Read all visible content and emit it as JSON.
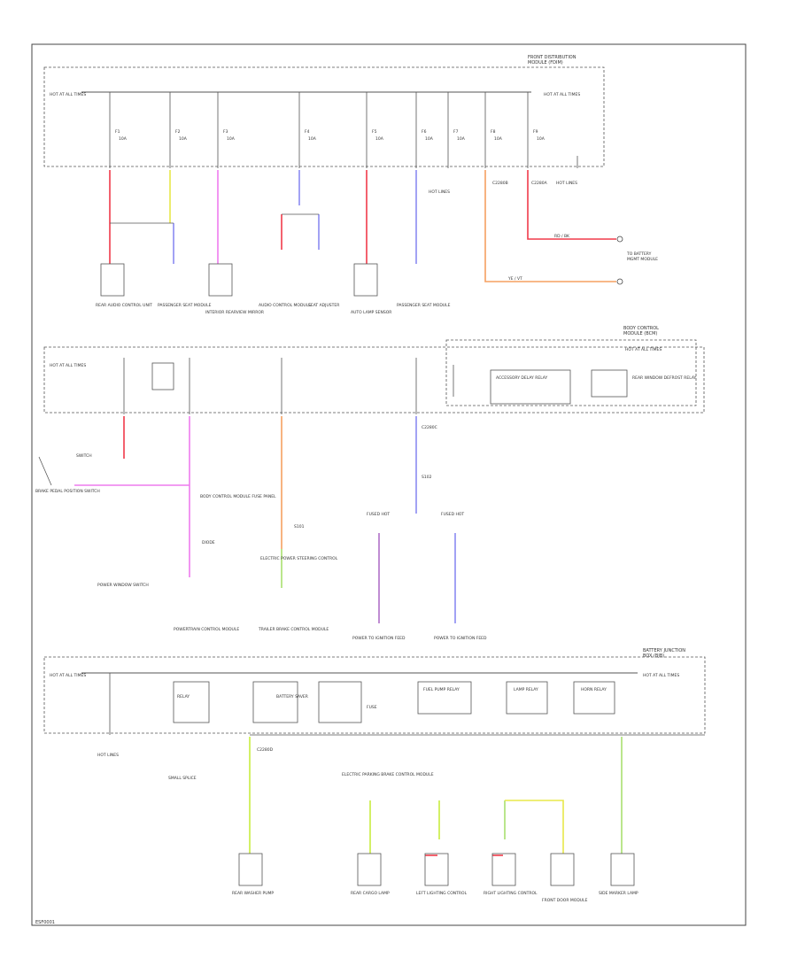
{
  "sheet_ref": "ESF0001",
  "colors": {
    "red": "#f03a4a",
    "yellow": "#e8e84a",
    "violet": "#8a8af2",
    "pink": "#ee7cee",
    "orange": "#f5a060",
    "green": "#a8e070",
    "lime": "#c8ec40",
    "purple": "#b070c8",
    "frame": "#444444"
  },
  "sections": {
    "top_module": {
      "title_line1": "FRONT DISTRIBUTION",
      "title_line2": "MODULE (FDIM)",
      "left_label": "HOT AT ALL TIMES",
      "right_label": "HOT AT ALL TIMES",
      "fuses": [
        {
          "id": "F1",
          "rating": "10A"
        },
        {
          "id": "F2",
          "rating": "10A"
        },
        {
          "id": "F3",
          "rating": "10A"
        },
        {
          "id": "F4",
          "rating": "10A"
        },
        {
          "id": "F5",
          "rating": "10A"
        },
        {
          "id": "F6",
          "rating": "10A"
        },
        {
          "id": "F7",
          "rating": "10A"
        },
        {
          "id": "F8",
          "rating": "10A"
        },
        {
          "id": "F9",
          "rating": "10A"
        }
      ],
      "ground_label": "HOT LINES",
      "ground_label2": "HOT LINES",
      "right_conn": "C2280A",
      "mid_conn": "C2280B"
    },
    "top_components": [
      {
        "name": "REAR AUDIO CONTROL UNIT"
      },
      {
        "name": "PASSENGER SEAT MODULE"
      },
      {
        "name": "INTERIOR REARVIEW MIRROR"
      },
      {
        "name": "AUDIO CONTROL MODULE"
      },
      {
        "name": "SEAT ADJUSTER"
      },
      {
        "name": "AUTO LAMP SENSOR"
      },
      {
        "name": "PASSENGER SEAT MODULE"
      }
    ],
    "right_side": {
      "label1": "TO BATTERY",
      "label2": "MGMT MODULE",
      "wire1": "RD / BK",
      "wire2": "YE / VT"
    },
    "mid_module": {
      "title_line1": "BODY CONTROL",
      "title_line2": "MODULE (BCM)",
      "left_label": "HOT AT ALL TIMES",
      "right_label": "HOT AT ALL TIMES",
      "relay_label": "ACCESSORY DELAY RELAY",
      "relay2_label": "REAR WINDOW DEFROST RELAY",
      "left_switch": "BRAKE PEDAL POSITION SWITCH",
      "left_sw_label": "SWITCH",
      "mid_notes": "BODY CONTROL MODULE FUSE PANEL",
      "diode_label": "DIODE",
      "ground_note": "POWER WINDOW SWITCH",
      "module_a": "POWERTRAIN CONTROL MODULE",
      "module_b": "TRAILER BRAKE CONTROL MODULE",
      "module_c": "FUSED HOT",
      "module_d": "FUSED HOT",
      "splice_a": "S101",
      "splice_b": "S102",
      "lower_left": "ELECTRIC POWER STEERING CONTROL",
      "c_label": "C2280C",
      "lower_a": "POWER TO IGNITION FEED",
      "lower_b": "POWER TO IGNITION FEED"
    },
    "bottom_module": {
      "title_line1": "BATTERY JUNCTION",
      "title_line2": "BOX (BJB)",
      "left_label": "HOT AT ALL TIMES",
      "right_label": "HOT AT ALL TIMES",
      "relay1": "RELAY",
      "relay2": "BATTERY SAVER",
      "relay3": "FUSE",
      "relay4": "FUEL PUMP RELAY",
      "relay5": "LAMP RELAY",
      "relay6": "HORN RELAY",
      "ground_label": "HOT LINES"
    },
    "bottom_components": [
      {
        "name": "REAR WASHER PUMP"
      },
      {
        "name": "REAR CARGO LAMP"
      },
      {
        "name": "LEFT LIGHTING CONTROL"
      },
      {
        "name": "RIGHT LIGHTING CONTROL"
      },
      {
        "name": "FRONT DOOR MODULE"
      },
      {
        "name": "SIDE MARKER LAMP"
      }
    ],
    "bottom_notes": {
      "splice_note": "SMALL SPLICE",
      "wire_note": "ELECTRIC PARKING BRAKE CONTROL MODULE",
      "left_conn": "C2280D"
    }
  }
}
